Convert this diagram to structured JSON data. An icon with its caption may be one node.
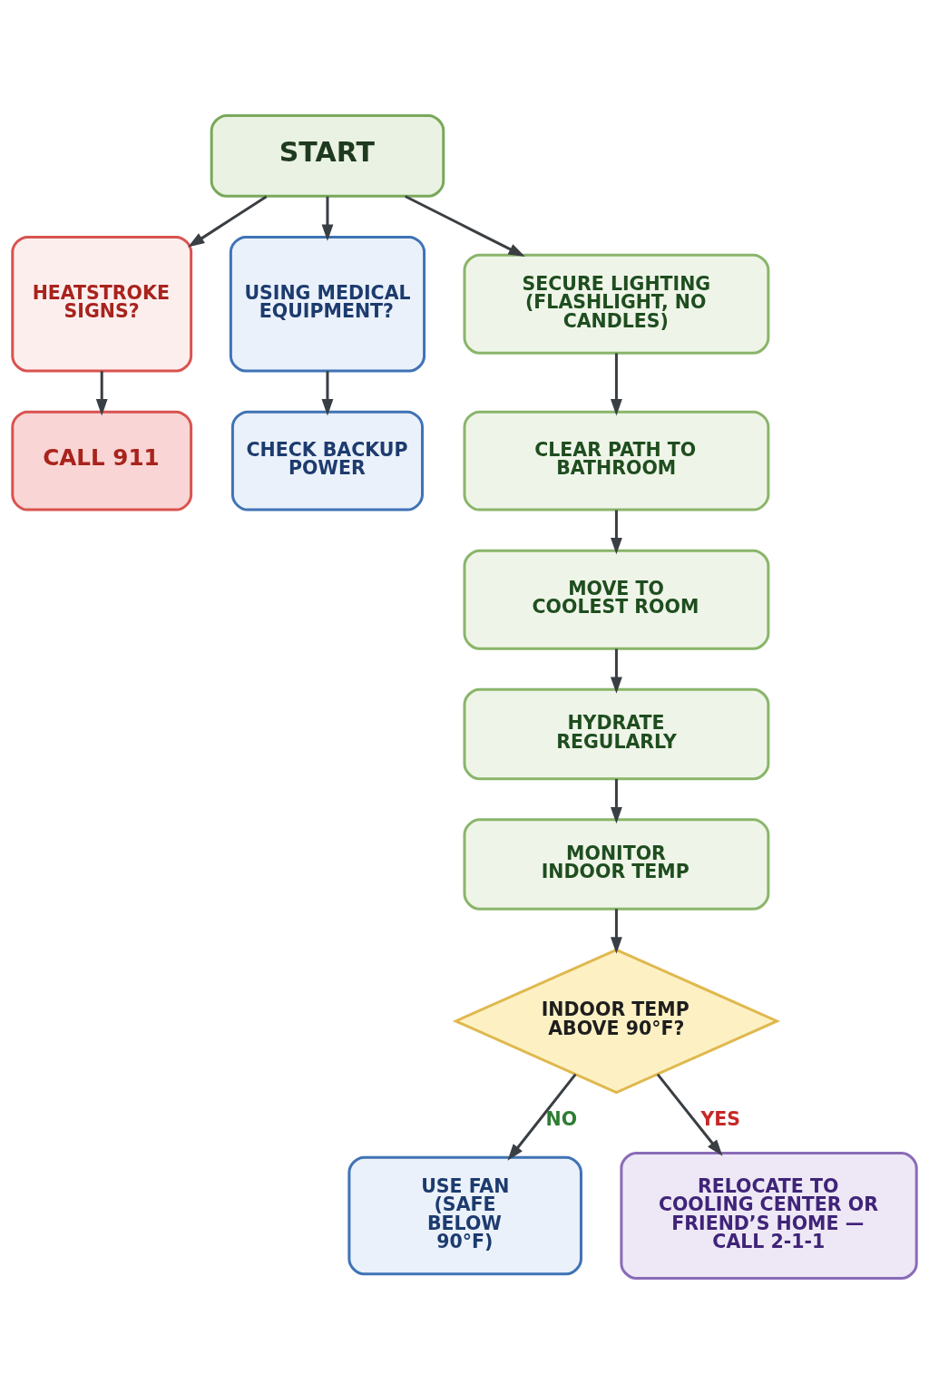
{
  "diagram": {
    "nodes": [
      {
        "text": [
          "START"
        ]
      },
      {
        "text": [
          "HEATSTROKE SIGNS?"
        ]
      },
      {
        "text": [
          "USING MEDICAL EQUIPMENT?"
        ]
      },
      {
        "text": [
          "SECURE LIGHTING (FLASHLIGHT, NO CANDLES)"
        ]
      },
      {
        "text": [
          "CALL 911"
        ]
      },
      {
        "text": [
          "CHECK BACKUP POWER"
        ]
      },
      {
        "text": [
          "CLEAR PATH TO BATHROOM"
        ]
      },
      {
        "text": [
          "MOVE TO COOLEST ROOM"
        ]
      },
      {
        "text": [
          "HYDRATE REGULARLY"
        ]
      },
      {
        "text": [
          "MONITOR INDOOR TEMP"
        ]
      },
      {
        "text": [
          "INDOOR TEMP ABOVE 90°F?"
        ]
      },
      {
        "text": [
          "USE FAN (SAFE BELOW 90°F)"
        ]
      },
      {
        "text": [
          "RELOCATE TO COOLING CENTER OR FRIEND’S HOME — CALL 2-1-1"
        ]
      }
    ],
    "edges": [
      {
        "from": 0,
        "to": 1,
        "arrow": "to"
      },
      {
        "from": 0,
        "to": 2,
        "arrow": "to"
      },
      {
        "from": 0,
        "to": 3,
        "arrow": "to"
      },
      {
        "from": 1,
        "to": 4,
        "arrow": "to"
      },
      {
        "from": 2,
        "to": 5,
        "arrow": "to"
      },
      {
        "from": 3,
        "to": 6,
        "arrow": "to"
      },
      {
        "from": 6,
        "to": 7,
        "arrow": "to"
      },
      {
        "from": 7,
        "to": 8,
        "arrow": "to"
      },
      {
        "from": 8,
        "to": 9,
        "arrow": "to"
      },
      {
        "from": 9,
        "to": 10,
        "arrow": "to"
      },
      {
        "from": 10,
        "to": 11,
        "label": "NO",
        "arrow": "to"
      },
      {
        "from": 10,
        "to": 12,
        "label": "YES",
        "arrow": "to"
      }
    ]
  }
}
